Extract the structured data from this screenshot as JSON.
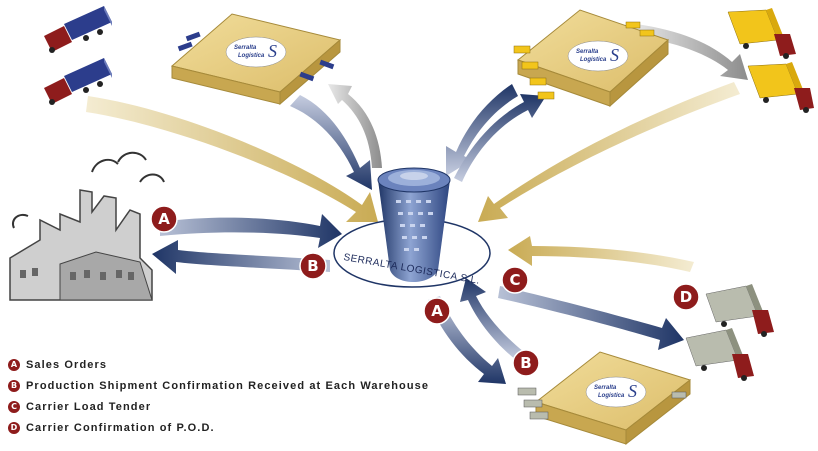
{
  "hub": {
    "label": "SERRALTA LOGISTICA S.L."
  },
  "warehouse_logo": {
    "line1": "Serralta",
    "line2": "Logistica",
    "mark": "S"
  },
  "badges": {
    "a": "A",
    "b": "B",
    "c": "C",
    "d": "D"
  },
  "legend": [
    {
      "letter": "A",
      "text": "Sales Orders"
    },
    {
      "letter": "B",
      "text": "Production Shipment Confirmation Received at Each Warehouse"
    },
    {
      "letter": "C",
      "text": "Carrier Load Tender"
    },
    {
      "letter": "D",
      "text": "Carrier Confirmation of P.O.D."
    }
  ],
  "colors": {
    "badge": "#8e1c1c",
    "warehouse": "#e8cd84",
    "tower": "#4f6aa8",
    "arrow_tan": "#d9c489",
    "arrow_navy": "#1f3566",
    "truck_blue": "#2c3d8c",
    "truck_yellow": "#f2c51b",
    "truck_gray": "#b9bcae"
  }
}
